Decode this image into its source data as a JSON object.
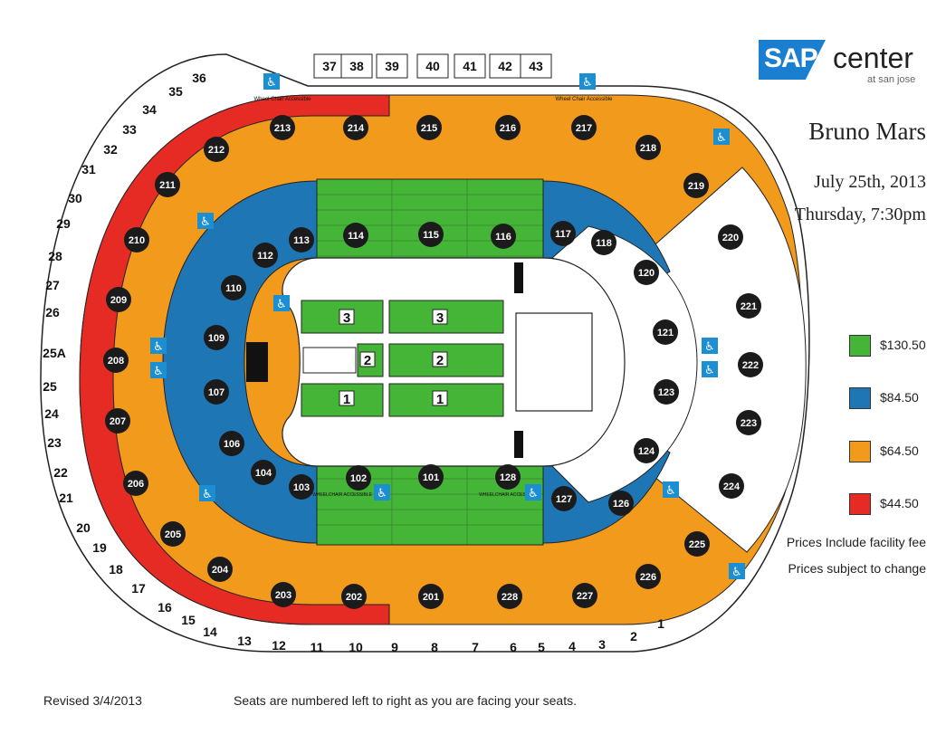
{
  "logo": {
    "brand": "SAP",
    "name": "center",
    "sub": "at san jose"
  },
  "event": {
    "title": "Bruno Mars",
    "date": "July 25th, 2013",
    "time": "Thursday, 7:30pm"
  },
  "colors": {
    "green": "#45b537",
    "blue": "#1f76b4",
    "orange": "#f29a1c",
    "red": "#e52b23",
    "white": "#ffffff",
    "access": "#1b8fd2"
  },
  "legend": [
    {
      "price": "$130.50",
      "color": "#45b537"
    },
    {
      "price": "$84.50",
      "color": "#1f76b4"
    },
    {
      "price": "$64.50",
      "color": "#f29a1c"
    },
    {
      "price": "$44.50",
      "color": "#e52b23"
    }
  ],
  "notes": {
    "fee": "Prices Include facility fee",
    "change": "Prices subject to change"
  },
  "footer": {
    "revised": "Revised 3/4/2013",
    "seating": "Seats are numbered left to right as you are facing your seats."
  },
  "map": {
    "top_suites": [
      "37",
      "38",
      "39",
      "40",
      "41",
      "42",
      "43"
    ],
    "bottom_suites": [
      "1",
      "2",
      "3",
      "4",
      "5",
      "6",
      "7",
      "8",
      "9",
      "10",
      "11",
      "12",
      "13",
      "14",
      "15",
      "16",
      "17",
      "18",
      "19",
      "20",
      "21",
      "22",
      "23",
      "24",
      "25",
      "25A",
      "26",
      "27",
      "28",
      "29",
      "30",
      "31",
      "32",
      "33",
      "34",
      "35",
      "36"
    ],
    "wheelchair_labels": {
      "upper": "Wheel Chair Accessible",
      "floor": "WHEELCHAIR ACCESSIBLE"
    },
    "floor_sections": [
      "1",
      "2",
      "3"
    ],
    "upper_ring": [
      {
        "label": "211",
        "tier": "orange"
      },
      {
        "label": "212",
        "tier": "orange"
      },
      {
        "label": "213",
        "tier": "orange"
      },
      {
        "label": "214",
        "tier": "orange"
      },
      {
        "label": "215",
        "tier": "orange"
      },
      {
        "label": "216",
        "tier": "orange"
      },
      {
        "label": "217",
        "tier": "orange"
      },
      {
        "label": "218",
        "tier": "orange"
      },
      {
        "label": "219",
        "tier": "orange"
      },
      {
        "label": "220",
        "tier": "white"
      },
      {
        "label": "221",
        "tier": "white"
      },
      {
        "label": "222",
        "tier": "white"
      },
      {
        "label": "223",
        "tier": "white"
      },
      {
        "label": "224",
        "tier": "white"
      },
      {
        "label": "225",
        "tier": "orange"
      },
      {
        "label": "226",
        "tier": "orange"
      },
      {
        "label": "227",
        "tier": "orange"
      },
      {
        "label": "228",
        "tier": "orange"
      },
      {
        "label": "201",
        "tier": "orange"
      },
      {
        "label": "202",
        "tier": "orange"
      },
      {
        "label": "203",
        "tier": "orange"
      },
      {
        "label": "204",
        "tier": "orange"
      },
      {
        "label": "205",
        "tier": "orange"
      },
      {
        "label": "206",
        "tier": "orange"
      },
      {
        "label": "207",
        "tier": "orange"
      },
      {
        "label": "208",
        "tier": "orange"
      },
      {
        "label": "209",
        "tier": "orange"
      },
      {
        "label": "210",
        "tier": "orange"
      }
    ],
    "lower_ring": [
      {
        "label": "112",
        "tier": "blue"
      },
      {
        "label": "113",
        "tier": "blue"
      },
      {
        "label": "114",
        "tier": "green"
      },
      {
        "label": "115",
        "tier": "green"
      },
      {
        "label": "116",
        "tier": "green"
      },
      {
        "label": "117",
        "tier": "blue"
      },
      {
        "label": "118",
        "tier": "blue"
      },
      {
        "label": "120",
        "tier": "white"
      },
      {
        "label": "121",
        "tier": "white"
      },
      {
        "label": "123",
        "tier": "white"
      },
      {
        "label": "124",
        "tier": "white"
      },
      {
        "label": "126",
        "tier": "blue"
      },
      {
        "label": "127",
        "tier": "blue"
      },
      {
        "label": "128",
        "tier": "green"
      },
      {
        "label": "101",
        "tier": "green"
      },
      {
        "label": "102",
        "tier": "green"
      },
      {
        "label": "103",
        "tier": "blue"
      },
      {
        "label": "104",
        "tier": "blue"
      },
      {
        "label": "106",
        "tier": "blue"
      },
      {
        "label": "107",
        "tier": "blue"
      },
      {
        "label": "109",
        "tier": "blue"
      },
      {
        "label": "110",
        "tier": "blue"
      }
    ]
  }
}
